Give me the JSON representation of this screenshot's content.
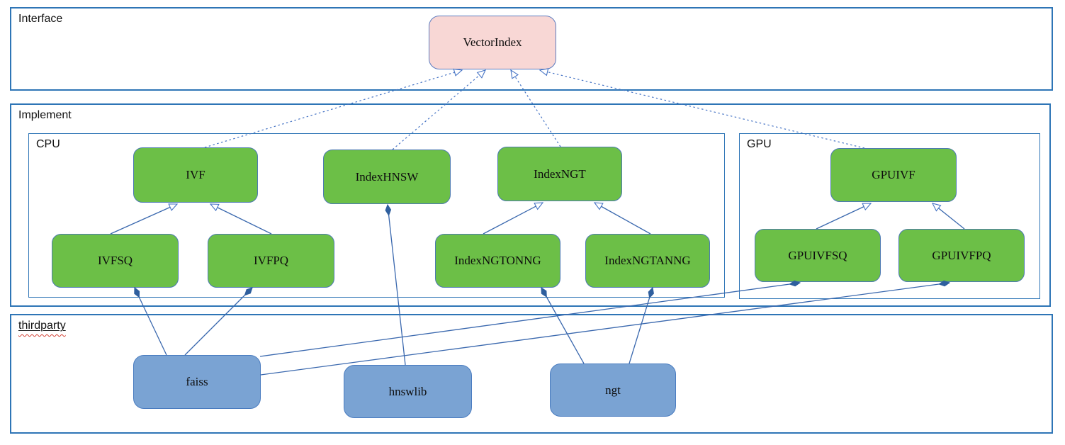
{
  "diagram": {
    "kind": "uml-class-diagram",
    "containers": {
      "interface": {
        "label": "Interface"
      },
      "implement": {
        "label": "Implement"
      },
      "cpu": {
        "label": "CPU"
      },
      "gpu": {
        "label": "GPU"
      },
      "thirdparty": {
        "label": "thirdparty",
        "spellcheck_squiggle": true
      }
    },
    "nodes": {
      "vectorindex": {
        "label": "VectorIndex",
        "group": "interface",
        "fill": "#f8d7d5"
      },
      "ivf": {
        "label": "IVF",
        "group": "cpu",
        "fill": "#6cbf47"
      },
      "indexhnsw": {
        "label": "IndexHNSW",
        "group": "cpu",
        "fill": "#6cbf47"
      },
      "indexngt": {
        "label": "IndexNGT",
        "group": "cpu",
        "fill": "#6cbf47"
      },
      "ivfsq": {
        "label": "IVFSQ",
        "group": "cpu",
        "fill": "#6cbf47"
      },
      "ivfpq": {
        "label": "IVFPQ",
        "group": "cpu",
        "fill": "#6cbf47"
      },
      "indexngtonng": {
        "label": "IndexNGTONNG",
        "group": "cpu",
        "fill": "#6cbf47"
      },
      "indexngtanng": {
        "label": "IndexNGTANNG",
        "group": "cpu",
        "fill": "#6cbf47"
      },
      "gpuivf": {
        "label": "GPUIVF",
        "group": "gpu",
        "fill": "#6cbf47"
      },
      "gpuivfsq": {
        "label": "GPUIVFSQ",
        "group": "gpu",
        "fill": "#6cbf47"
      },
      "gpuivfpq": {
        "label": "GPUIVFPQ",
        "group": "gpu",
        "fill": "#6cbf47"
      },
      "faiss": {
        "label": "faiss",
        "group": "thirdparty",
        "fill": "#7aa3d3"
      },
      "hnswlib": {
        "label": "hnswlib",
        "group": "thirdparty",
        "fill": "#7aa3d3"
      },
      "ngt": {
        "label": "ngt",
        "group": "thirdparty",
        "fill": "#7aa3d3"
      }
    },
    "edges": [
      {
        "from": "IVF",
        "to": "VectorIndex",
        "relation": "realizes",
        "line": "dashed",
        "head": "hollow-triangle"
      },
      {
        "from": "IndexHNSW",
        "to": "VectorIndex",
        "relation": "realizes",
        "line": "dashed",
        "head": "hollow-triangle"
      },
      {
        "from": "IndexNGT",
        "to": "VectorIndex",
        "relation": "realizes",
        "line": "dashed",
        "head": "hollow-triangle"
      },
      {
        "from": "GPUIVF",
        "to": "VectorIndex",
        "relation": "realizes",
        "line": "dashed",
        "head": "hollow-triangle"
      },
      {
        "from": "IVFSQ",
        "to": "IVF",
        "relation": "extends",
        "line": "solid",
        "head": "hollow-triangle"
      },
      {
        "from": "IVFPQ",
        "to": "IVF",
        "relation": "extends",
        "line": "solid",
        "head": "hollow-triangle"
      },
      {
        "from": "IndexNGTONNG",
        "to": "IndexNGT",
        "relation": "extends",
        "line": "solid",
        "head": "hollow-triangle"
      },
      {
        "from": "IndexNGTANNG",
        "to": "IndexNGT",
        "relation": "extends",
        "line": "solid",
        "head": "hollow-triangle"
      },
      {
        "from": "GPUIVFSQ",
        "to": "GPUIVF",
        "relation": "extends",
        "line": "solid",
        "head": "hollow-triangle"
      },
      {
        "from": "GPUIVFPQ",
        "to": "GPUIVF",
        "relation": "extends",
        "line": "solid",
        "head": "hollow-triangle"
      },
      {
        "from": "faiss",
        "to": "IVFSQ",
        "relation": "composes",
        "line": "solid",
        "head": "filled-diamond"
      },
      {
        "from": "faiss",
        "to": "IVFPQ",
        "relation": "composes",
        "line": "solid",
        "head": "filled-diamond"
      },
      {
        "from": "hnswlib",
        "to": "IndexHNSW",
        "relation": "composes",
        "line": "solid",
        "head": "filled-diamond"
      },
      {
        "from": "ngt",
        "to": "IndexNGTONNG",
        "relation": "composes",
        "line": "solid",
        "head": "filled-diamond"
      },
      {
        "from": "ngt",
        "to": "IndexNGTANNG",
        "relation": "composes",
        "line": "solid",
        "head": "filled-diamond"
      },
      {
        "from": "faiss",
        "to": "GPUIVFSQ",
        "relation": "composes",
        "line": "solid",
        "head": "filled-diamond"
      },
      {
        "from": "faiss",
        "to": "GPUIVFPQ",
        "relation": "composes",
        "line": "solid",
        "head": "filled-diamond"
      }
    ],
    "colors": {
      "container_border": "#2e75b6",
      "node_border": "#4d7ab2",
      "green_fill": "#6cbf47",
      "pink_fill": "#f8d7d5",
      "blue_fill": "#7aa3d3",
      "edge_solid": "#3a68ae",
      "edge_dashed": "#4472c4",
      "diamond_fill": "#2f5f9e",
      "squiggle": "#d23f31"
    }
  }
}
